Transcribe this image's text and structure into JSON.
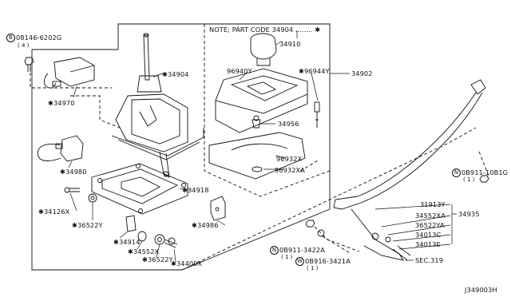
{
  "note": "NOTE; PART CODE 34904 ........ ✱",
  "diagram_id": "J349003H",
  "labels": {
    "p08146": "08146-6202G",
    "p08146_qty": "( 4 )",
    "p08146_circ": "B",
    "p34970": "✱34970",
    "p34980": "✱34980",
    "p34904": "✱34904",
    "p34910": "34910",
    "p96940Y": "96940Y",
    "p96944Y": "✱96944Y",
    "p34902": "34902",
    "p34956": "34956",
    "p96932X": "96932X",
    "p96932XA": "96932XA",
    "p34918": "✱34918",
    "p34986": "✱34986",
    "p34126X": "✱34126X",
    "p36522Y_a": "✱36522Y",
    "p34914": "✱34914",
    "p34552X": "✱34552X",
    "p36522Y_b": "✱36522Y",
    "p34409X": "✱34409X",
    "p08911_3422A": "0B911-3422A",
    "p08911_3422A_qty": "( 1 )",
    "p08911_3422A_circ": "N",
    "p08916": "0B916-3421A",
    "p08916_qty": "( 1 )",
    "p08916_circ": "W",
    "p08911_1081G": "0B911-10B1G",
    "p08911_1081G_qty": "( 1 )",
    "p08911_1081G_circ": "N",
    "p31913Y": "31913Y",
    "p34552XA": "34552XA",
    "p36522YA": "36522YA",
    "p34013C": "34013C",
    "p34013E": "34013E",
    "p34935": "34935",
    "sec319": "SEC.319"
  }
}
